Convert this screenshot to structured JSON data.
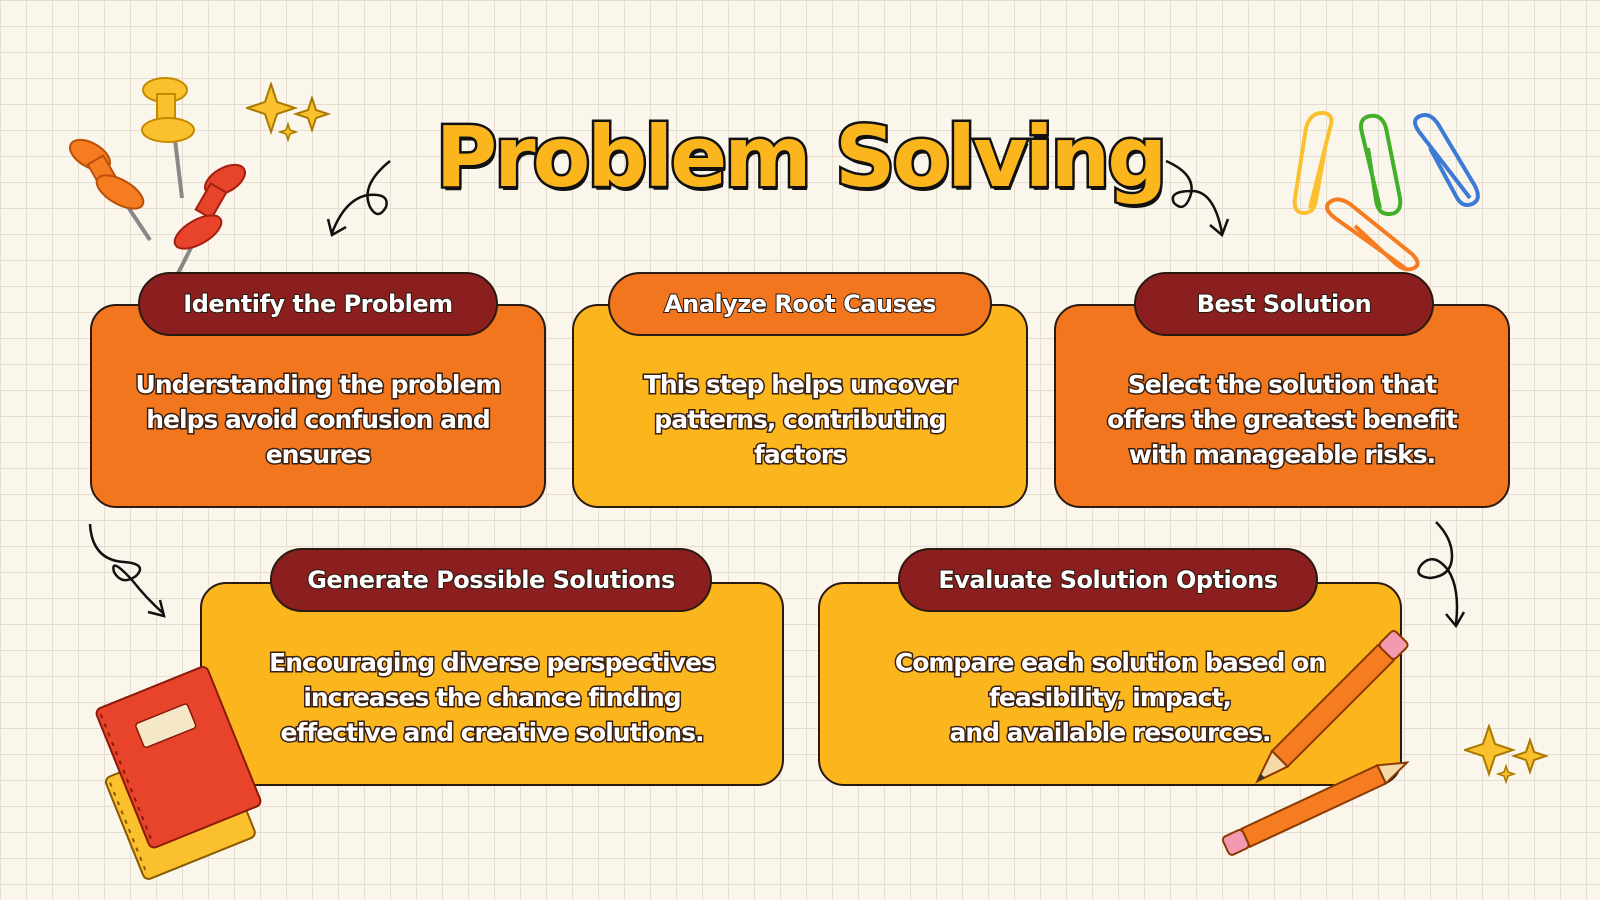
{
  "title": "Problem Solving",
  "steps": [
    {
      "label": "Identify the Problem",
      "text": "Understanding the problem\nhelps avoid confusion and\nensures"
    },
    {
      "label": "Analyze Root Causes",
      "text": "This step helps uncover\npatterns, contributing\nfactors"
    },
    {
      "label": "Best Solution",
      "text": "Select the solution that\noffers the greatest benefit\nwith manageable risks."
    },
    {
      "label": "Generate Possible Solutions",
      "text": "Encouraging diverse perspectives\nincreases the chance  finding\neffective and creative solutions."
    },
    {
      "label": "Evaluate Solution Options",
      "text": "Compare each solution based on\nfeasibility, impact,\nand available resources."
    }
  ],
  "colors": {
    "orange": "#f2761d",
    "yellow": "#fbb51d",
    "dark_red": "#8b1e1e",
    "background": "#fbf6ec"
  },
  "icons": [
    "pushpin-icon",
    "sparkle-icon",
    "paperclip-icon",
    "curly-arrow-icon",
    "notebook-icon",
    "pencil-icon"
  ]
}
